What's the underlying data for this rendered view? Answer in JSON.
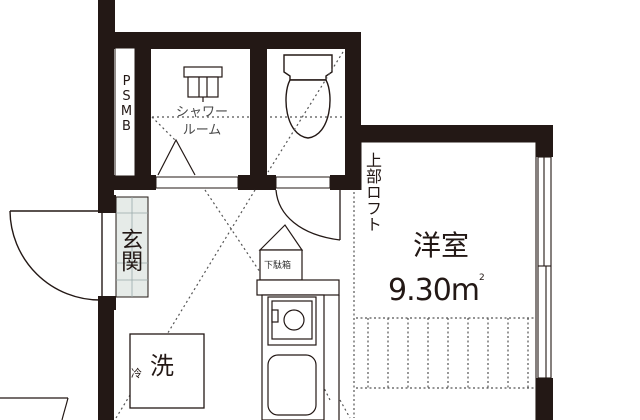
{
  "plan": {
    "colors": {
      "wall": "#231815",
      "line": "#231815",
      "text": "#231815",
      "tile": "#e6ebe8"
    },
    "labels": {
      "psmb": "PSMB",
      "shower_room": "シャワー",
      "shower_room_2": "ルーム",
      "loft": "上部ロフト",
      "western_room": "洋室",
      "western_room_area": "9.30m",
      "area_unit_sup": "2",
      "genkan": "玄関",
      "shoe_cabinet": "下駄箱",
      "washing_machine": "洗",
      "fridge": "冷"
    }
  }
}
